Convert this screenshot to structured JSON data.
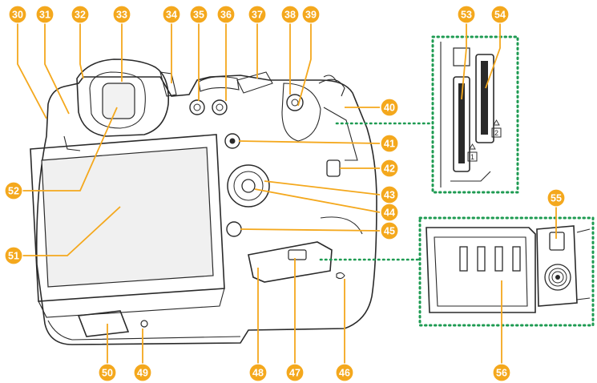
{
  "diagram": {
    "subject": "camera rear view",
    "callouts": [
      {
        "id": "c30",
        "label": "30"
      },
      {
        "id": "c31",
        "label": "31"
      },
      {
        "id": "c32",
        "label": "32"
      },
      {
        "id": "c33",
        "label": "33"
      },
      {
        "id": "c34",
        "label": "34"
      },
      {
        "id": "c35",
        "label": "35"
      },
      {
        "id": "c36",
        "label": "36"
      },
      {
        "id": "c37",
        "label": "37"
      },
      {
        "id": "c38",
        "label": "38"
      },
      {
        "id": "c39",
        "label": "39"
      },
      {
        "id": "c40",
        "label": "40"
      },
      {
        "id": "c41",
        "label": "41"
      },
      {
        "id": "c42",
        "label": "42"
      },
      {
        "id": "c43",
        "label": "43"
      },
      {
        "id": "c44",
        "label": "44"
      },
      {
        "id": "c45",
        "label": "45"
      },
      {
        "id": "c46",
        "label": "46"
      },
      {
        "id": "c47",
        "label": "47"
      },
      {
        "id": "c48",
        "label": "48"
      },
      {
        "id": "c49",
        "label": "49"
      },
      {
        "id": "c50",
        "label": "50"
      },
      {
        "id": "c51",
        "label": "51"
      },
      {
        "id": "c52",
        "label": "52"
      },
      {
        "id": "c53",
        "label": "53"
      },
      {
        "id": "c54",
        "label": "54"
      },
      {
        "id": "c55",
        "label": "55"
      },
      {
        "id": "c56",
        "label": "56"
      }
    ],
    "card_slot_labels": {
      "slot1": "1",
      "slot2": "2"
    },
    "colors": {
      "callout": "#f4a81d",
      "inset_border": "#1e9b52",
      "line": "#2a2a2a",
      "screen": "#f0f0f0"
    }
  }
}
